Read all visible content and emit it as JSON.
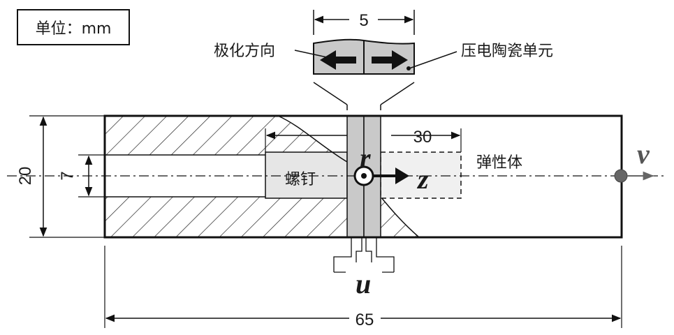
{
  "unit_label": "单位：mm",
  "labels": {
    "polarization_direction": "极化方向",
    "piezo_element": "压电陶瓷单元",
    "screw": "螺钉",
    "elastomer": "弹性体"
  },
  "dimensions": {
    "piezo_width": "5",
    "screw_length": "30",
    "height": "20",
    "hole": "7",
    "total_length": "65"
  },
  "symbols": {
    "r": "r",
    "z": "z",
    "v": "v",
    "u": "u"
  },
  "colors": {
    "piezo_fill": "#c9c9c9",
    "screw_fill": "#e6e6e6",
    "node": "#666666"
  }
}
